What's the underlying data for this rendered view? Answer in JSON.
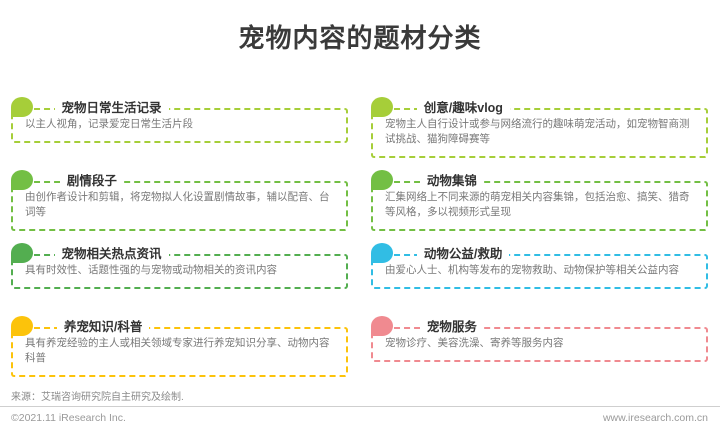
{
  "page": {
    "title": "宠物内容的题材分类"
  },
  "accent_colors": {
    "yellow_green": "#a6ce39",
    "green": "#73bf44",
    "deep_green": "#53ae50",
    "yellow": "#fcc30b",
    "cyan": "#31bde4",
    "pink": "#f0878e"
  },
  "cards": [
    {
      "title": "宠物日常生活记录",
      "desc": "以主人视角，记录爱宠日常生活片段",
      "color": "#a6ce39"
    },
    {
      "title": "创意/趣味vlog",
      "desc": "宠物主人自行设计或参与网络流行的趣味萌宠活动，如宠物智商测试挑战、猫狗障碍赛等",
      "color": "#a6ce39"
    },
    {
      "title": "剧情段子",
      "desc": "由创作者设计和剪辑，将宠物拟人化设置剧情故事，辅以配音、台词等",
      "color": "#73bf44"
    },
    {
      "title": "动物集锦",
      "desc": "汇集网络上不同来源的萌宠相关内容集锦，包括治愈、搞笑、猎奇等风格，多以视频形式呈现",
      "color": "#73bf44"
    },
    {
      "title": "宠物相关热点资讯",
      "desc": "具有时效性、话题性强的与宠物或动物相关的资讯内容",
      "color": "#53ae50"
    },
    {
      "title": "动物公益/救助",
      "desc": "由爱心人士、机构等发布的宠物救助、动物保护等相关公益内容",
      "color": "#31bde4"
    },
    {
      "title": "养宠知识/科普",
      "desc": "具有养宠经验的主人或相关领域专家进行养宠知识分享、动物内容科普",
      "color": "#fcc30b"
    },
    {
      "title": "宠物服务",
      "desc": "宠物诊疗、美容洗澡、寄养等服务内容",
      "color": "#f08a90"
    }
  ],
  "footer": {
    "source": "来源：艾瑞咨询研究院自主研究及绘制.",
    "copyright": "©2021.11 iResearch Inc.",
    "website": "www.iresearch.com.cn"
  }
}
